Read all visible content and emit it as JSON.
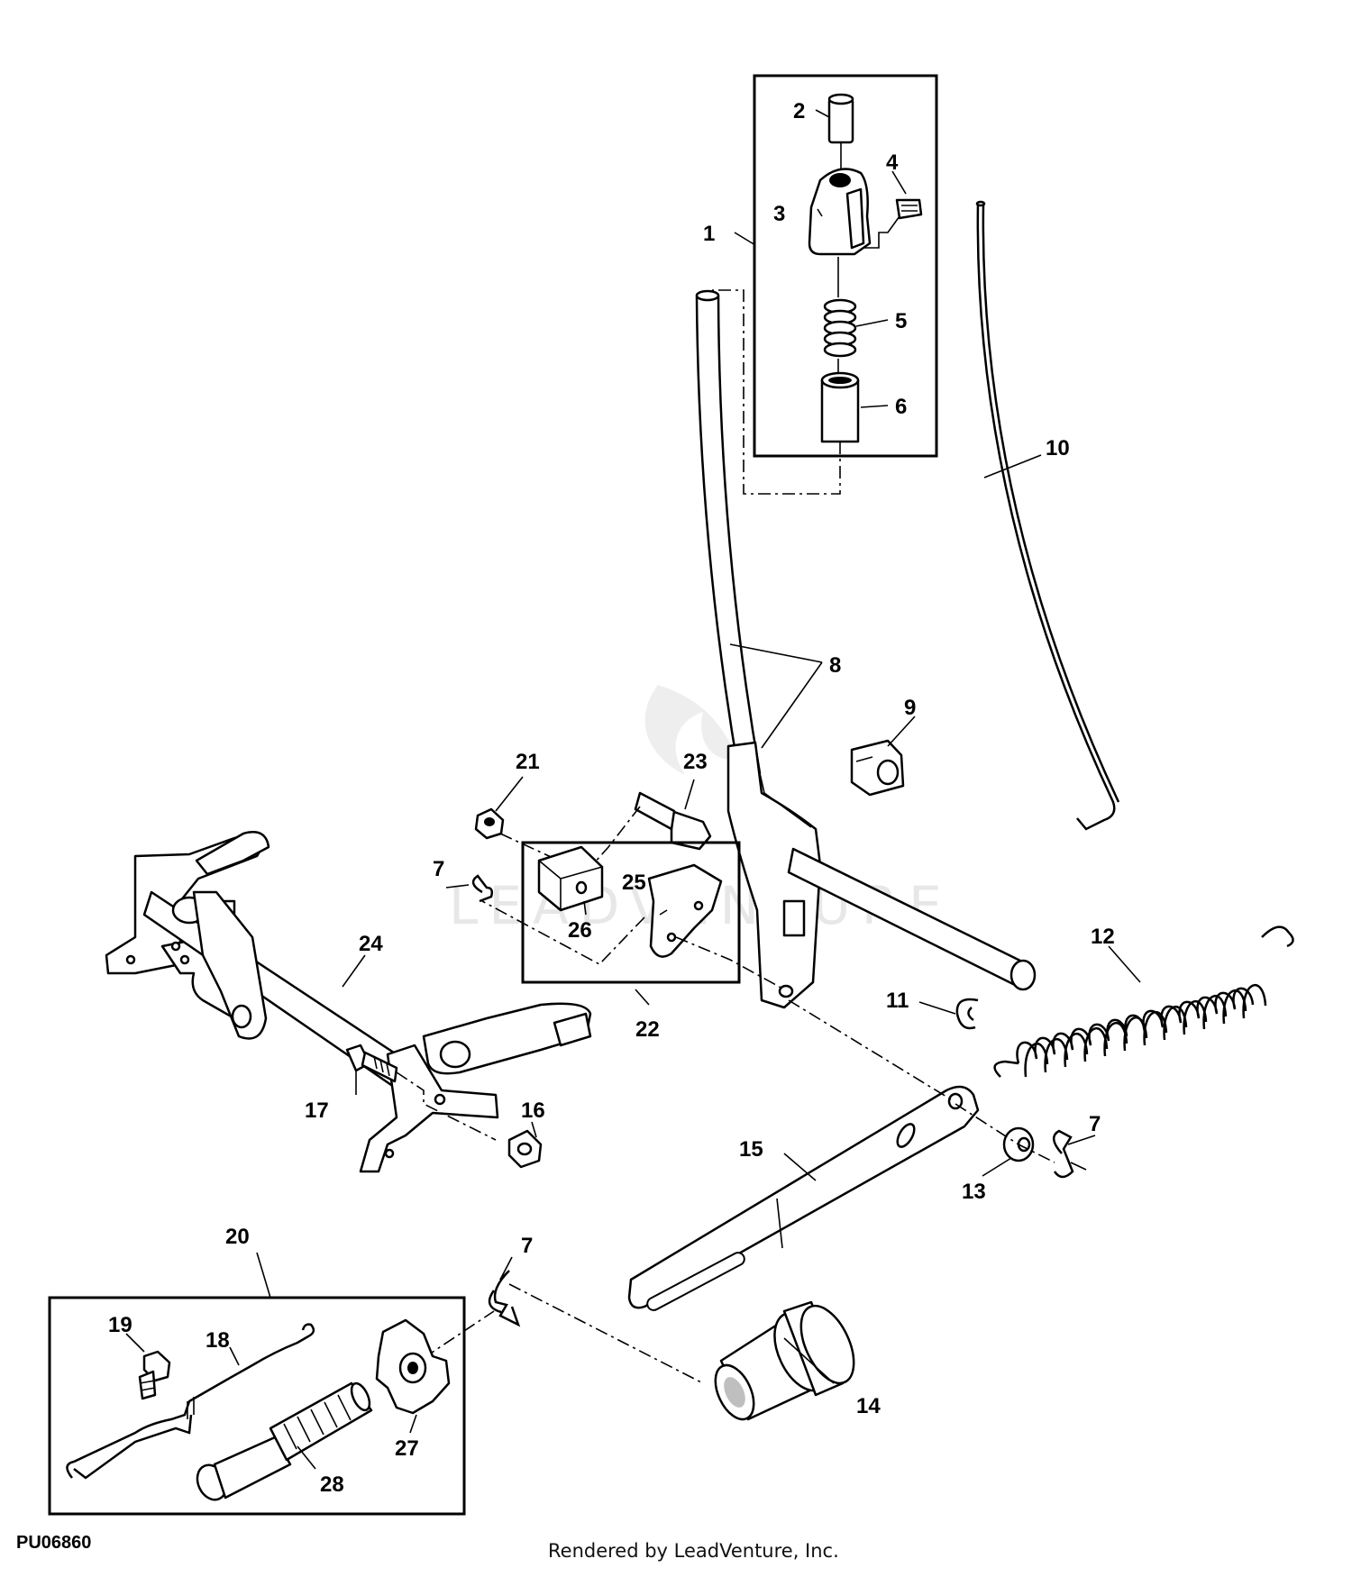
{
  "figure_id": "PU06860",
  "credit": "Rendered by LeadVenture, Inc.",
  "watermark": "LEADVENTURE",
  "callouts": {
    "c1": "1",
    "c2": "2",
    "c3": "3",
    "c4": "4",
    "c5": "5",
    "c6": "6",
    "c7a": "7",
    "c7b": "7",
    "c7c": "7",
    "c8": "8",
    "c9": "9",
    "c10": "10",
    "c11": "11",
    "c12": "12",
    "c13": "13",
    "c14": "14",
    "c15": "15",
    "c16": "16",
    "c17": "17",
    "c18": "18",
    "c19": "19",
    "c20": "20",
    "c21": "21",
    "c22": "22",
    "c23": "23",
    "c24": "24",
    "c25": "25",
    "c26": "26",
    "c27": "27",
    "c28": "28"
  }
}
